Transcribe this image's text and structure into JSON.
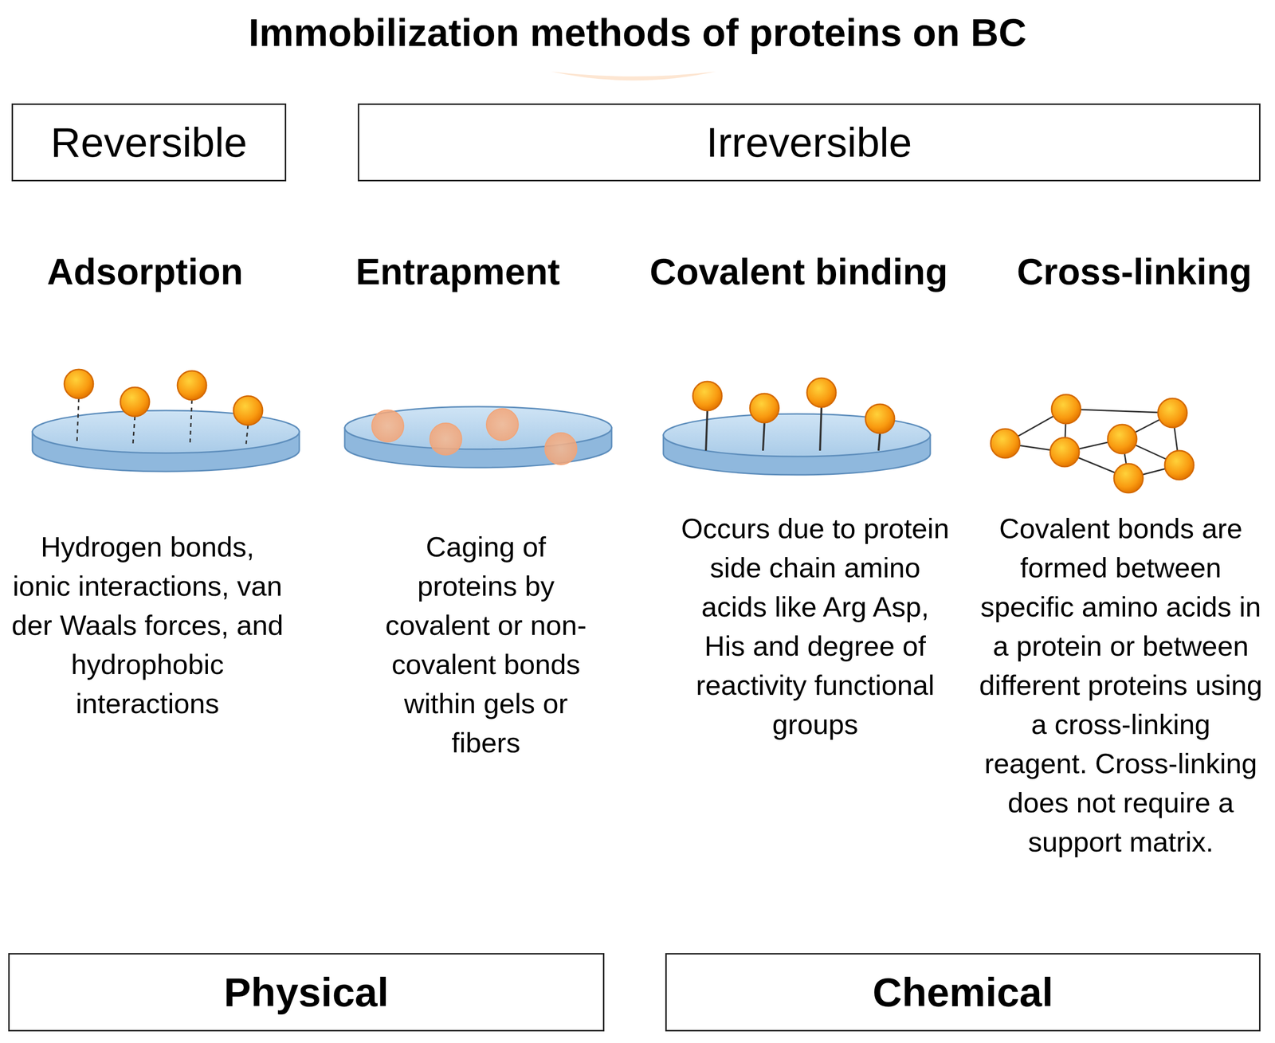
{
  "diagram": {
    "title": "Immobilization methods of proteins on BC",
    "nodes": [
      {
        "text": [
          "Reversible"
        ]
      },
      {
        "text": [
          "Irreversible"
        ]
      },
      {
        "text": [
          "Physical"
        ]
      },
      {
        "text": [
          "Chemical"
        ]
      }
    ],
    "labels": [
      "Adsorption",
      "Hydrogen bonds, ionic interactions, van der Waals forces, and hydrophobic interactions",
      "Entrapment",
      "Caging of proteins by covalent or non-covalent bonds within gels or fibers",
      "Covalent binding",
      "Occurs due to protein side chain amino acids like Arg Asp, His and degree of reactivity functional groups",
      "Cross-linking",
      "Covalent bonds are formed between specific amino acids in a protein or between different proteins using a cross-linking reagent. Cross-linking does not require a support matrix."
    ]
  }
}
